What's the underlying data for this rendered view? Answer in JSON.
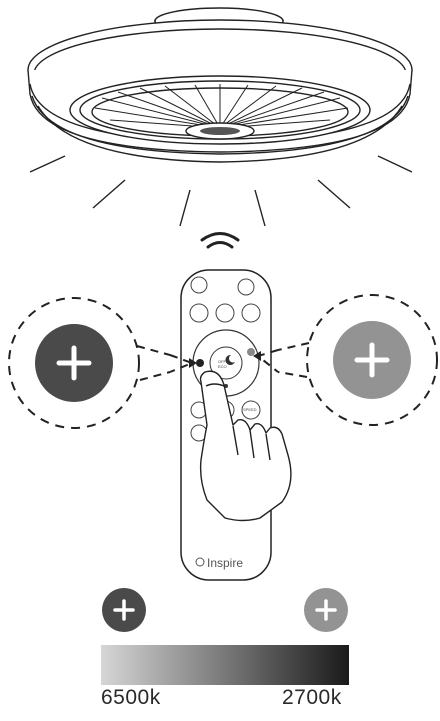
{
  "remote": {
    "brand": "Inspire",
    "center_label_1": "OFF",
    "center_label_2": "ECO",
    "speed_label": "SPEED"
  },
  "colors": {
    "left_plus": "#4a4a4a",
    "right_plus": "#939393",
    "bar_start": "#d6d6d6",
    "bar_end": "#1a1a1a",
    "line": "#222222"
  },
  "scale": {
    "left_label": "6500k",
    "right_label": "2700k"
  }
}
